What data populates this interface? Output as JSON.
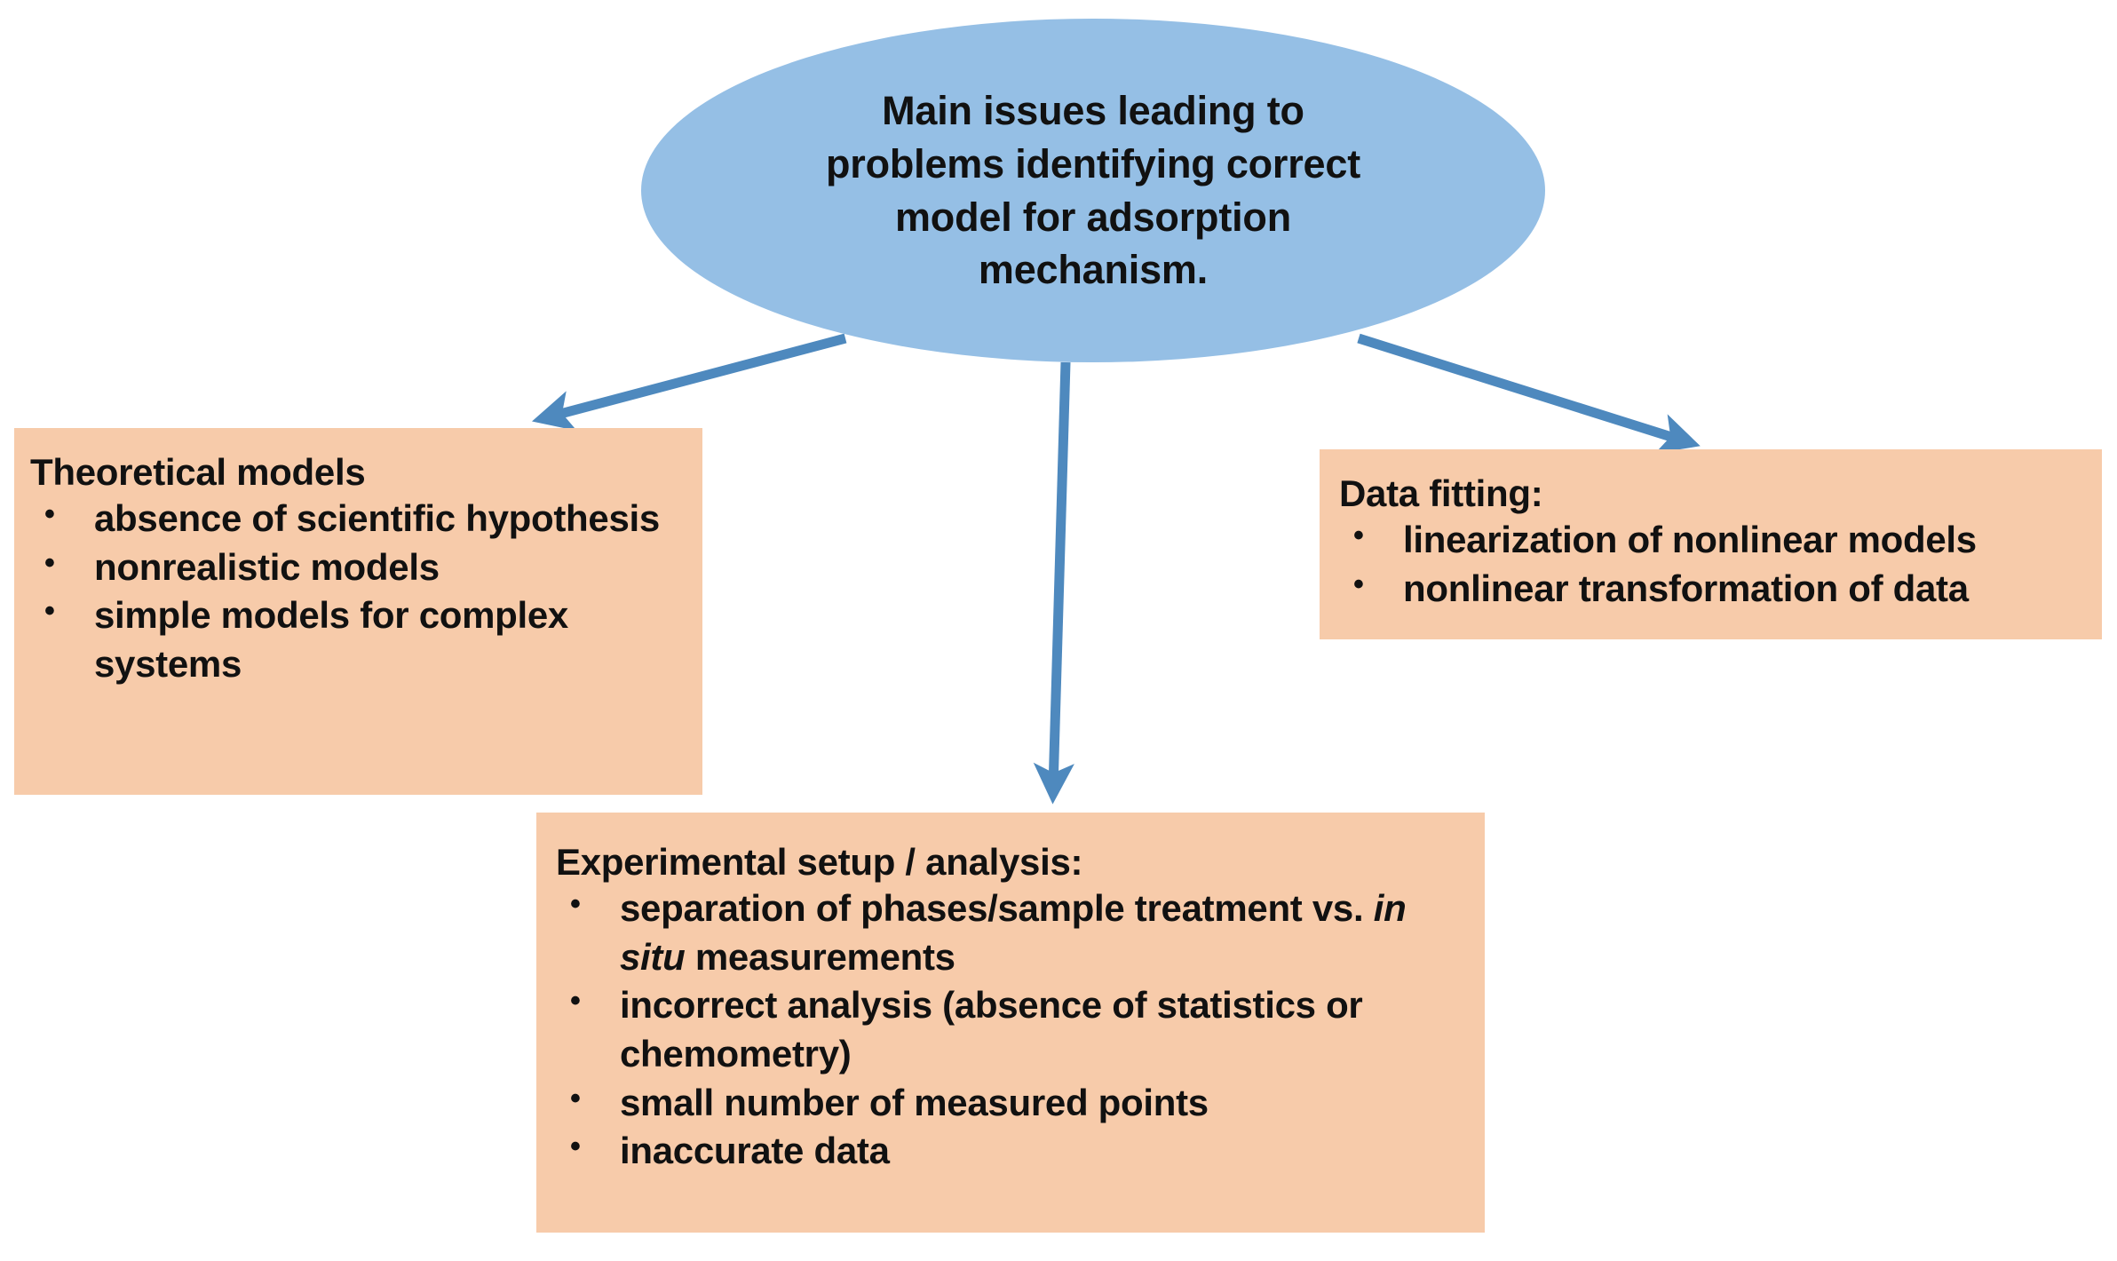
{
  "diagram": {
    "title": "Main issues leading to problems identifying correct model for adsorption mechanism.",
    "colors": {
      "ellipse_fill": "#95BFE5",
      "box_fill": "#F7CBAA",
      "arrow": "#4E89BE",
      "text": "#111111",
      "background": "#FFFFFF"
    },
    "root": {
      "shape": "ellipse",
      "lines": [
        "Main issues leading to",
        "problems identifying correct",
        "model for adsorption",
        "mechanism."
      ]
    },
    "nodes": [
      {
        "id": "theoretical-models",
        "title": "Theoretical models",
        "bullets": [
          "absence of scientific hypothesis",
          "nonrealistic models",
          "simple models for complex systems"
        ]
      },
      {
        "id": "experimental-setup",
        "title": "Experimental setup / analysis:",
        "bullets": [
          "separation of phases/sample treatment vs. in situ measurements",
          "incorrect analysis (absence of statistics or chemometry)",
          "small number of measured points",
          "inaccurate data"
        ],
        "bullet_parts": {
          "first_pre": "separation of phases/sample treatment vs. ",
          "first_italic": "in situ",
          "first_post": " measurements"
        }
      },
      {
        "id": "data-fitting",
        "title": "Data fitting:",
        "bullets": [
          "linearization of nonlinear models",
          "nonlinear transformation of data"
        ]
      }
    ],
    "connectors": [
      {
        "id": "arrow-to-theoretical-models",
        "from": "root",
        "to": "theoretical-models",
        "direction": "down-left"
      },
      {
        "id": "arrow-to-experimental-setup",
        "from": "root",
        "to": "experimental-setup",
        "direction": "down"
      },
      {
        "id": "arrow-to-data-fitting",
        "from": "root",
        "to": "data-fitting",
        "direction": "down-right"
      }
    ]
  }
}
